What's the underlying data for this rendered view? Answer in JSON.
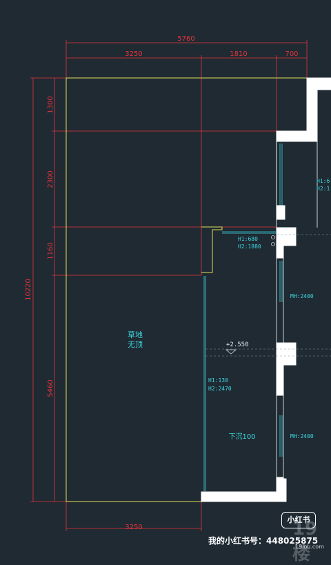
{
  "dimensions": {
    "top_total": "5760",
    "top_seg1": "3250",
    "top_seg2": "1810",
    "top_seg3": "700",
    "left_total": "10220",
    "left_seg1": "1300",
    "left_seg2": "2300",
    "left_seg3": "1160",
    "left_seg4": "5460",
    "bottom": "3250"
  },
  "labels": {
    "grass_line1": "草地",
    "grass_line2": "无顶",
    "sunken": "下沉100",
    "elevation": "+2.550",
    "h1_top": "H1:680",
    "h2_top": "H2:1880",
    "h1_left": "H1:130",
    "h2_left": "H2:2470",
    "mh_upper": "MH:2400",
    "mh_lower": "MH:2400",
    "edge_h1": "H1:6",
    "edge_h2": "H2:1"
  },
  "watermark": {
    "badge": "小红书",
    "text": "我的小红书号：448025875",
    "site": "19lou.com",
    "logo": "19楼"
  },
  "colors": {
    "background": "#1f2a33",
    "dimension": "#e8343a",
    "outline": "#e6e05a",
    "annotation": "#3fd6e0",
    "wall": "#ffffff"
  }
}
